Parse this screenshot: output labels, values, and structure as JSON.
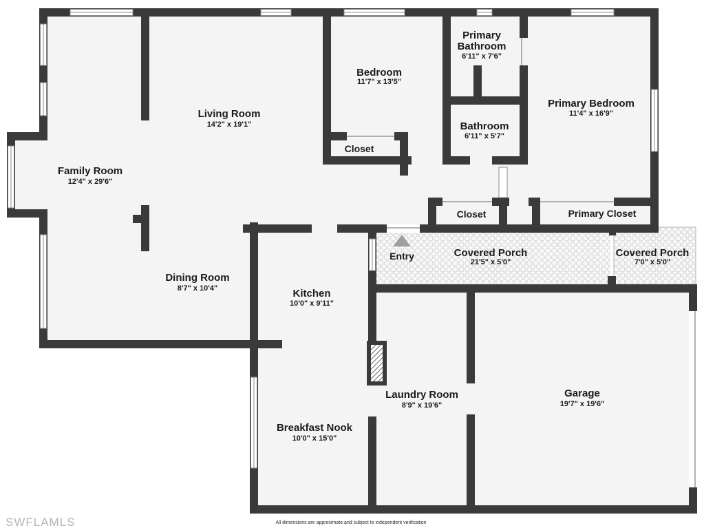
{
  "floor_plan": {
    "rooms": {
      "family_room": {
        "name": "Family Room",
        "dims": "12'4\" x 29'6\""
      },
      "living_room": {
        "name": "Living Room",
        "dims": "14'2\" x 19'1\""
      },
      "bedroom": {
        "name": "Bedroom",
        "dims": "11'7\" x 13'5\""
      },
      "primary_bathroom": {
        "name_line1": "Primary",
        "name_line2": "Bathroom",
        "dims": "6'11\" x 7'6\""
      },
      "primary_bedroom": {
        "name": "Primary Bedroom",
        "dims": "11'4\" x 16'9\""
      },
      "bathroom": {
        "name": "Bathroom",
        "dims": "6'11\" x 5'7\""
      },
      "closet_bedroom": {
        "name": "Closet"
      },
      "closet_hall": {
        "name": "Closet"
      },
      "primary_closet": {
        "name": "Primary Closet"
      },
      "entry": {
        "name": "Entry"
      },
      "covered_porch_main": {
        "name": "Covered Porch",
        "dims": "21'5\" x 5'0\""
      },
      "covered_porch_side": {
        "name": "Covered Porch",
        "dims": "7'0\" x 5'0\""
      },
      "dining_room": {
        "name": "Dining Room",
        "dims": "8'7\" x 10'4\""
      },
      "kitchen": {
        "name": "Kitchen",
        "dims": "10'0\" x 9'11\""
      },
      "breakfast_nook": {
        "name": "Breakfast Nook",
        "dims": "10'0\" x 15'0\""
      },
      "laundry_room": {
        "name": "Laundry Room",
        "dims": "8'9\" x 19'6\""
      },
      "garage": {
        "name": "Garage",
        "dims": "19'7\" x 19'6\""
      }
    },
    "watermark": "SWFLAMLS",
    "disclaimer": "All dimensions are approximate and subject to independent verification",
    "colors": {
      "wall": "#3a3a3a",
      "floor": "#f4f4f5",
      "label_text": "#1b1b1b",
      "watermark_text": "#b5b5b5",
      "porch_pattern": "#cccccc",
      "entry_arrow": "#9f9f9f"
    }
  }
}
